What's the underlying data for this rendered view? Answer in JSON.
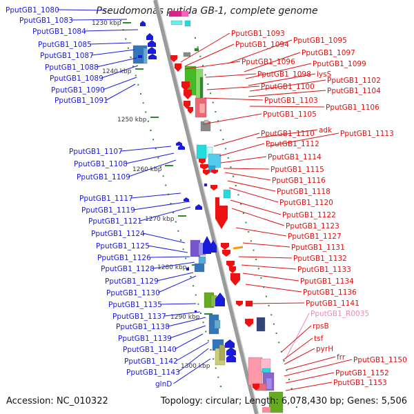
{
  "title": "Pseudomonas putida GB-1, complete genome",
  "footer": {
    "accession": "Accession: NC_010322",
    "summary": "Topology: circular; Length: 6,078,430 bp; Genes: 5,506"
  },
  "colors": {
    "left_label": "#1a1adb",
    "right_label": "#dd1111",
    "rna_label": "#ee88bb",
    "backbone": "#9a9a9a",
    "tick": "#2a8a2a"
  },
  "ticks": [
    "1230 kbp",
    "1240 kbp",
    "1250 kbp",
    "1260 kbp",
    "1270 kbp",
    "1280 kbp",
    "1290 kbp",
    "1300 kbp"
  ],
  "left_labels": [
    "PputGB1_1080",
    "PputGB1_1083",
    "PputGB1_1084",
    "PputGB1_1085",
    "PputGB1_1087",
    "PputGB1_1088",
    "PputGB1_1089",
    "PputGB1_1090",
    "PputGB1_1091",
    "PputGB1_1107",
    "PputGB1_1108",
    "PputGB1_1109",
    "PputGB1_1117",
    "PputGB1_1119",
    "PputGB1_1121",
    "PputGB1_1124",
    "PputGB1_1125",
    "PputGB1_1126",
    "PputGB1_1128",
    "PputGB1_1129",
    "PputGB1_1130",
    "PputGB1_1135",
    "PputGB1_1137",
    "PputGB1_1138",
    "PputGB1_1139",
    "PputGB1_1140",
    "PputGB1_1142",
    "PputGB1_1143",
    "glnD"
  ],
  "right_labels": [
    "PputGB1_1093",
    "PputGB1_1094",
    "PputGB1_1095",
    "PputGB1_1096",
    "PputGB1_1097",
    "PputGB1_1099",
    "PputGB1_1098",
    "lysS",
    "PputGB1_1100",
    "PputGB1_1102",
    "PputGB1_1104",
    "PputGB1_1103",
    "PputGB1_1106",
    "PputGB1_1105",
    "adk",
    "PputGB1_1110",
    "PputGB1_1113",
    "PputGB1_1112",
    "PputGB1_1114",
    "PputGB1_1115",
    "PputGB1_1116",
    "PputGB1_1118",
    "PputGB1_1120",
    "PputGB1_1122",
    "PputGB1_1123",
    "PputGB1_1127",
    "PputGB1_1131",
    "PputGB1_1132",
    "PputGB1_1133",
    "PputGB1_1134",
    "PputGB1_1136",
    "PputGB1_1141",
    "PputGB1_R0035",
    "rpsB",
    "tsf",
    "pyrH",
    "frr",
    "PputGB1_1150",
    "PputGB1_1152",
    "PputGB1_1153"
  ]
}
